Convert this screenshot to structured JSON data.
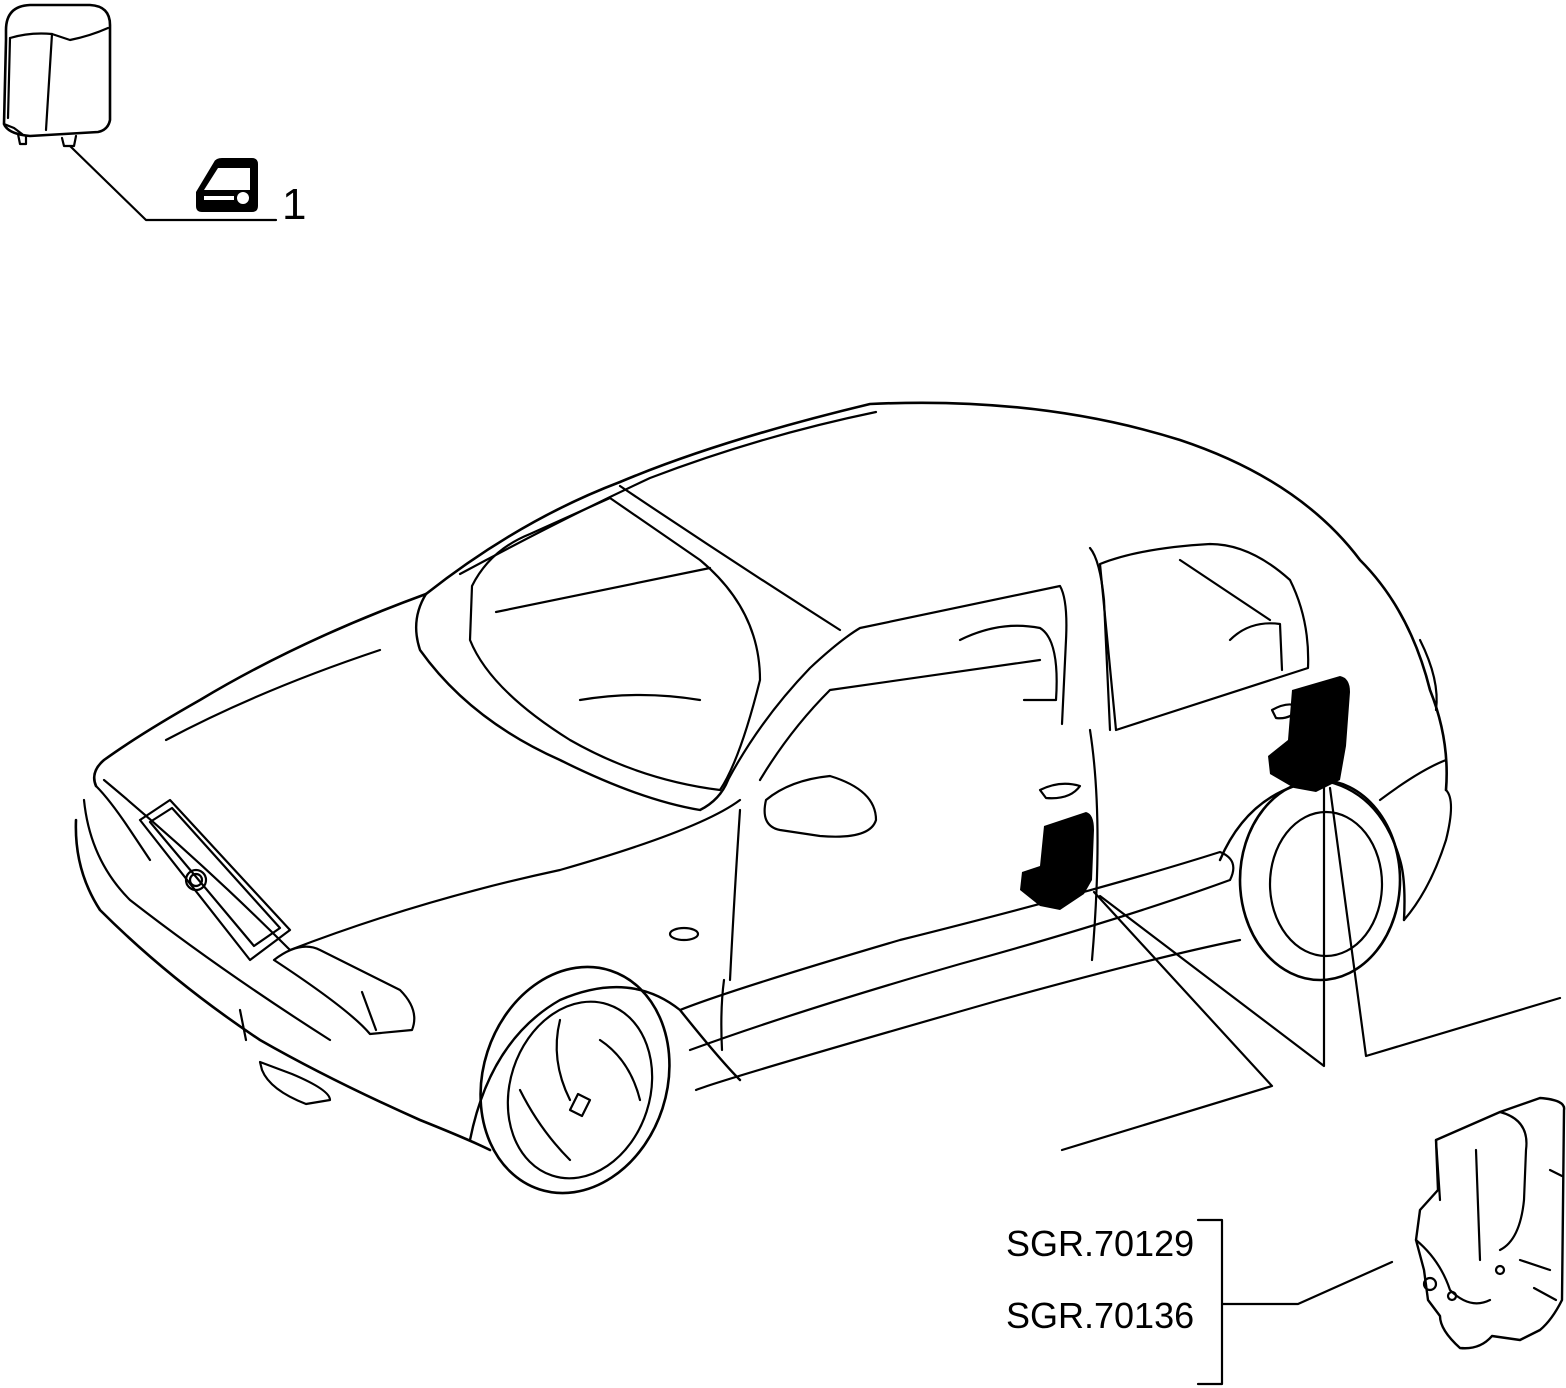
{
  "diagram": {
    "callouts": [
      {
        "number": "1"
      }
    ],
    "reference_codes": [
      "SGR.70129",
      "SGR.70136"
    ],
    "icons": [
      "relay-icon",
      "door-lock-symbol-icon",
      "car-icon",
      "door-lock-actuator-icon"
    ]
  }
}
